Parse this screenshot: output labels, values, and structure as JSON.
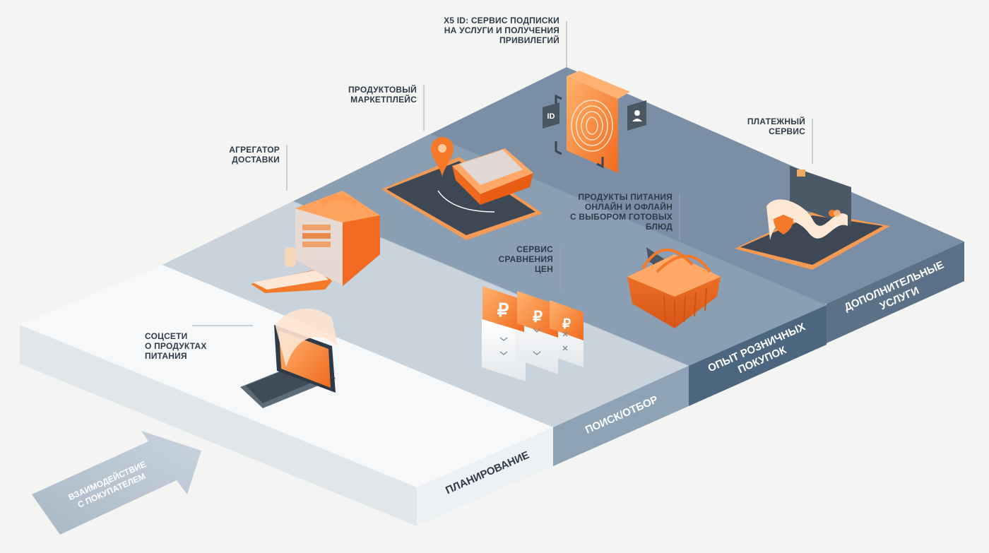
{
  "callouts": {
    "x5id": [
      "X5 ID: СЕРВИС ПОДПИСКИ",
      "НА УСЛУГИ И ПОЛУЧЕНИЯ",
      "ПРИВИЛЕГИЙ"
    ],
    "marketplace": [
      "ПРОДУКТОВЫЙ",
      "МАРКЕТПЛЕЙС"
    ],
    "aggregator": [
      "АГРЕГАТОР",
      "ДОСТАВКИ"
    ],
    "payment": [
      "ПЛАТЕЖНЫЙ",
      "СЕРВИС"
    ],
    "food": [
      "ПРОДУКТЫ ПИТАНИЯ",
      "ОНЛАЙН И ОФЛАЙН",
      "С ВЫБОРОМ ГОТОВЫХ",
      "БЛЮД"
    ],
    "price_compare": [
      "СЕРВИС",
      "СРАВНЕНИЯ",
      "ЦЕН"
    ],
    "social": [
      "СОЦСЕТИ",
      "О ПРОДУКТАХ",
      "ПИТАНИЯ"
    ]
  },
  "stages": {
    "planning": [
      "ПЛАНИРОВАНИЕ"
    ],
    "search": [
      "ПОИСК/ОТБОР"
    ],
    "retail": [
      "ОПЫТ РОЗНИЧНЫХ",
      "ПОКУПОК"
    ],
    "extra": [
      "ДОПОЛНИТЕЛЬНЫЕ",
      "УСЛУГИ"
    ]
  },
  "arrow": [
    "ВЗАИМОДЕЙСТВИЕ",
    "С ПОКУПАТЕЛЕМ"
  ],
  "icons": {
    "id_badge": "ID",
    "ruble": "₽"
  },
  "colors": {
    "accent": "#f47a2a",
    "accent_light": "#ffab6b",
    "step1_top": "#f7f8fa",
    "step2_top": "#c7d1db",
    "step3_top": "#8499ad",
    "step4_top": "#7389a0",
    "dark_face": "#4e6780",
    "extra_face": "#5c738b",
    "search_face": "#8ea2b5",
    "planning_face": "#e6eaee"
  }
}
